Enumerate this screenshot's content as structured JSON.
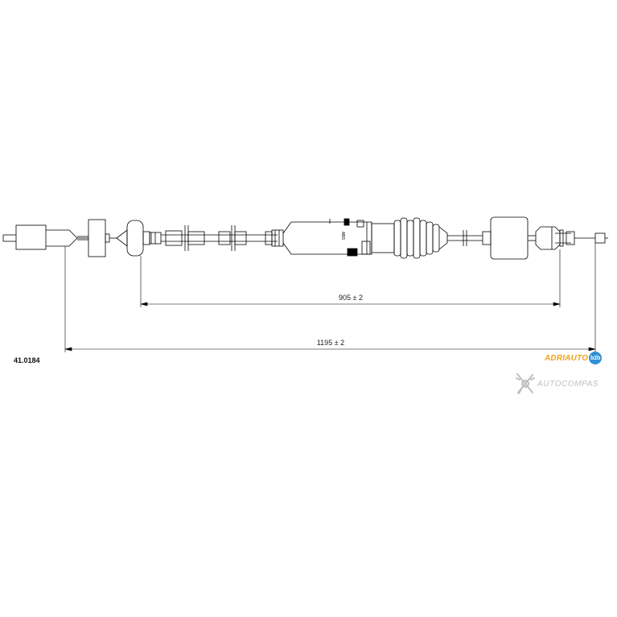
{
  "part_number": "41.0184",
  "dimensions": {
    "inner": "905 ± 2",
    "overall": "1195 ± 2"
  },
  "component_label": "ABS",
  "brand": {
    "name": "ADRIAUTO",
    "badge": "b2b",
    "color": "#f0a21a",
    "badge_color": "#2f8fd6"
  },
  "watermark": {
    "text": "AUTOCOMPAS",
    "icon": "autocompas-logo-icon"
  },
  "line_color": "#000000"
}
